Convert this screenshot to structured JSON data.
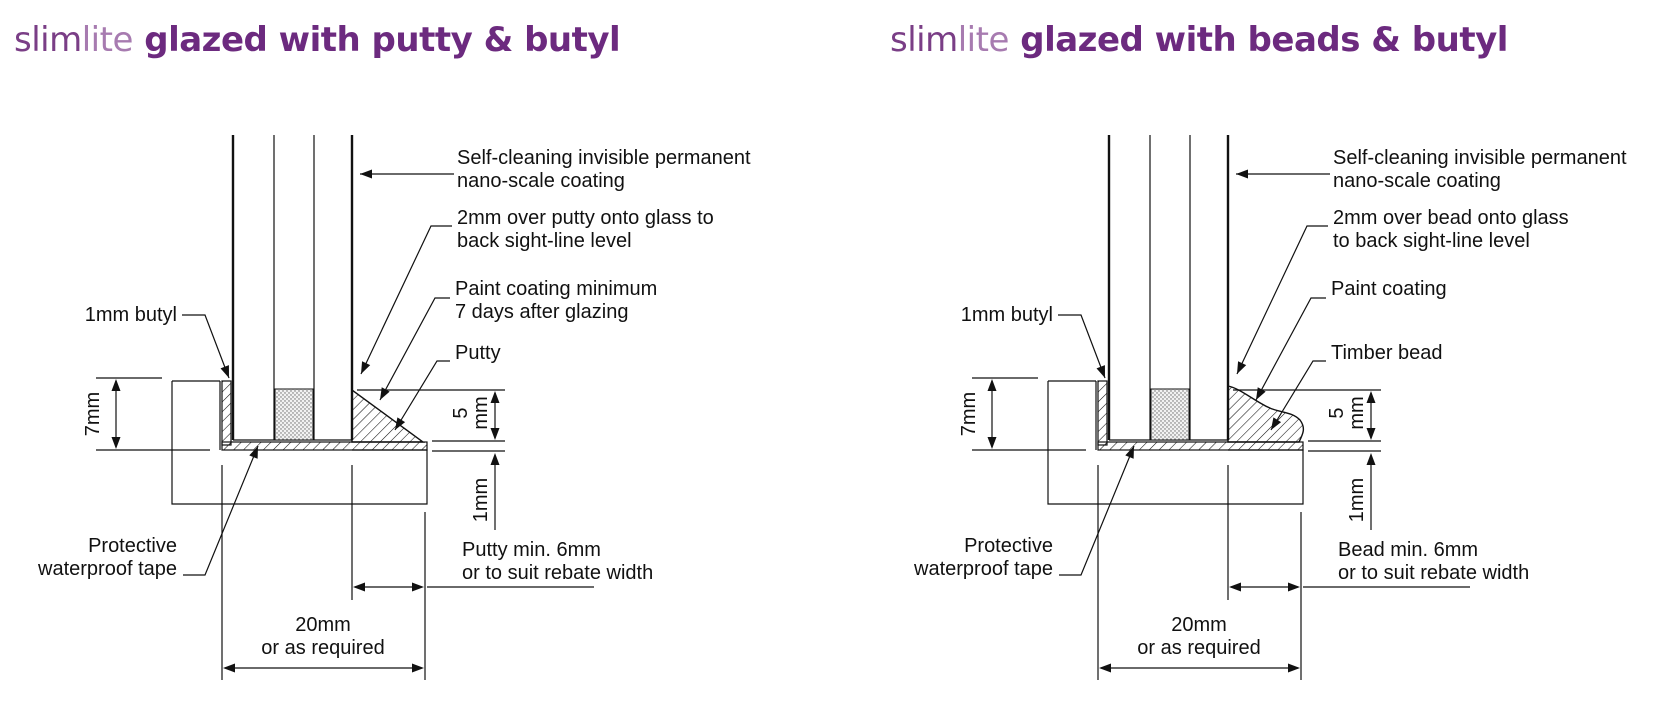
{
  "panels": [
    {
      "title": {
        "slim": "slim",
        "lite": "lite",
        "rest": " glazed with putty & butyl"
      },
      "labels": {
        "coating": [
          "Self-cleaning invisible permanent",
          "nano-scale coating"
        ],
        "over": [
          "2mm over putty onto glass to",
          "back sight-line level"
        ],
        "paint": [
          "Paint coating minimum",
          "7 days after glazing"
        ],
        "sealant": [
          "Putty"
        ],
        "butyl": [
          "1mm butyl"
        ],
        "tape": [
          "Protective",
          "waterproof tape"
        ],
        "min_width": [
          "Putty min. 6mm",
          "or to suit rebate width"
        ],
        "width": [
          "20mm",
          "or as required"
        ],
        "dim_7mm": "7mm",
        "dim_5": "5",
        "dim_5_unit": "mm",
        "dim_1mm": "1mm"
      }
    },
    {
      "title": {
        "slim": "slim",
        "lite": "lite",
        "rest": " glazed with beads & butyl"
      },
      "labels": {
        "coating": [
          "Self-cleaning invisible permanent",
          "nano-scale coating"
        ],
        "over": [
          "2mm over bead onto glass",
          "to back sight-line level"
        ],
        "paint": [
          "Paint coating"
        ],
        "sealant": [
          "Timber bead"
        ],
        "butyl": [
          "1mm butyl"
        ],
        "tape": [
          "Protective",
          "waterproof tape"
        ],
        "min_width": [
          "Bead min. 6mm",
          "or to suit rebate width"
        ],
        "width": [
          "20mm",
          "or as required"
        ],
        "dim_7mm": "7mm",
        "dim_5": "5",
        "dim_5_unit": "mm",
        "dim_1mm": "1mm"
      }
    }
  ],
  "colors": {
    "title_slim": "#7a3e86",
    "title_lite": "#a77bb0",
    "title_rest": "#6c2a7f",
    "line": "#111111"
  }
}
